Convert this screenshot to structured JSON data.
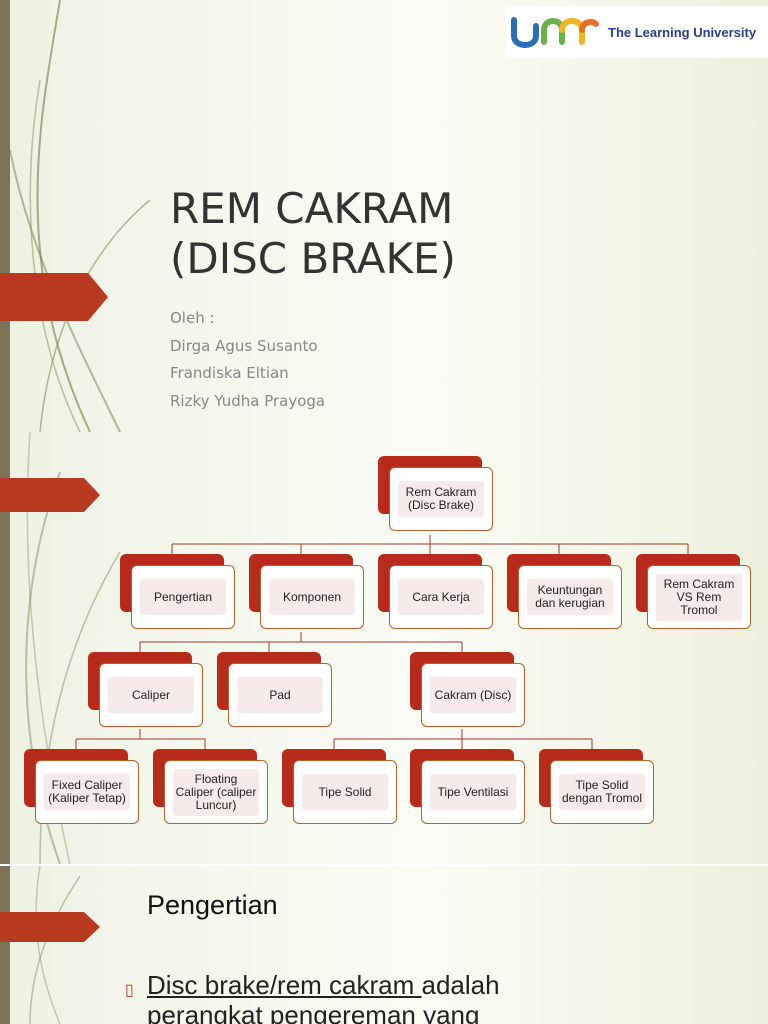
{
  "logo": {
    "text": "The Learning University",
    "mark": "um"
  },
  "slide1": {
    "title_line1": "REM CAKRAM",
    "title_line2": "(DISC BRAKE)",
    "authors": [
      "Oleh :",
      "Dirga Agus Susanto",
      "Frandiska Eltian",
      "Rizky Yudha Prayoga"
    ]
  },
  "slide2": {
    "nodes": {
      "root": "Rem Cakram\n(Disc Brake)",
      "pengertian": "Pengertian",
      "komponen": "Komponen",
      "cara_kerja": "Cara Kerja",
      "keuntungan": "Keuntungan\ndan kerugian",
      "vs": "Rem Cakram\nVS Rem Tromol",
      "caliper": "Caliper",
      "pad": "Pad",
      "cakram": "Cakram (Disc)",
      "fixed": "Fixed Caliper\n(Kaliper Tetap)",
      "floating": "Floating\nCaliper (caliper\nLuncur)",
      "solid": "Tipe Solid",
      "ventilasi": "Tipe Ventilasi",
      "tromol": "Tipe Solid\ndengan Tromol"
    }
  },
  "slide3": {
    "heading": "Pengertian",
    "bullet_mark": "▯",
    "bullet_underlined": "Disc brake/rem cakram ",
    "bullet_rest": "adalah perangkat pengereman yang"
  },
  "colors": {
    "accent": "#b83a20",
    "node_back": "#b82a1a",
    "sidebar": "#7d7358"
  }
}
